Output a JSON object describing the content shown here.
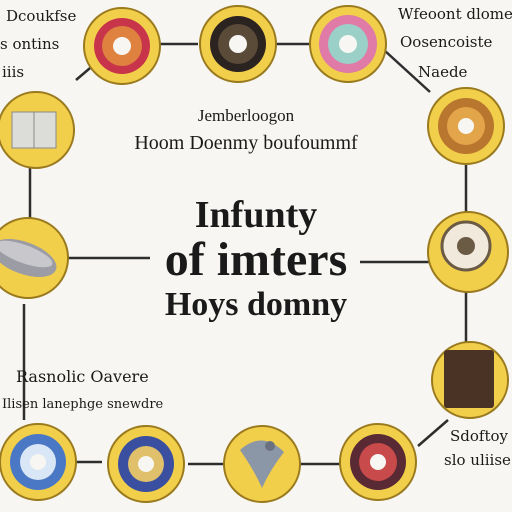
{
  "diagram": {
    "center": {
      "line1": "Infunty",
      "line2": "of imters",
      "line3": "Hoys domny"
    },
    "top_caption": {
      "line1": "Jemberloogon",
      "line2": "Hoom Doenmy boufoummf"
    },
    "labels": {
      "top_left_1": "Dcoukfse",
      "top_left_2": "s ontins",
      "top_left_3": "iiis",
      "top_right_1": "Wfeoont dlome",
      "top_right_2": "Oosencoiste",
      "top_right_3": "Naede",
      "bottom_left_1": "Rasnolic Oavere",
      "bottom_left_2": "Ilisen lanephge snewdre",
      "bottom_right_1": "Sdoftoy",
      "bottom_right_2": "slo uliise"
    },
    "colors": {
      "node_fill": "#f2cf4a",
      "node_stroke": "#9a7a1e",
      "connector": "#2e2e2e"
    }
  }
}
